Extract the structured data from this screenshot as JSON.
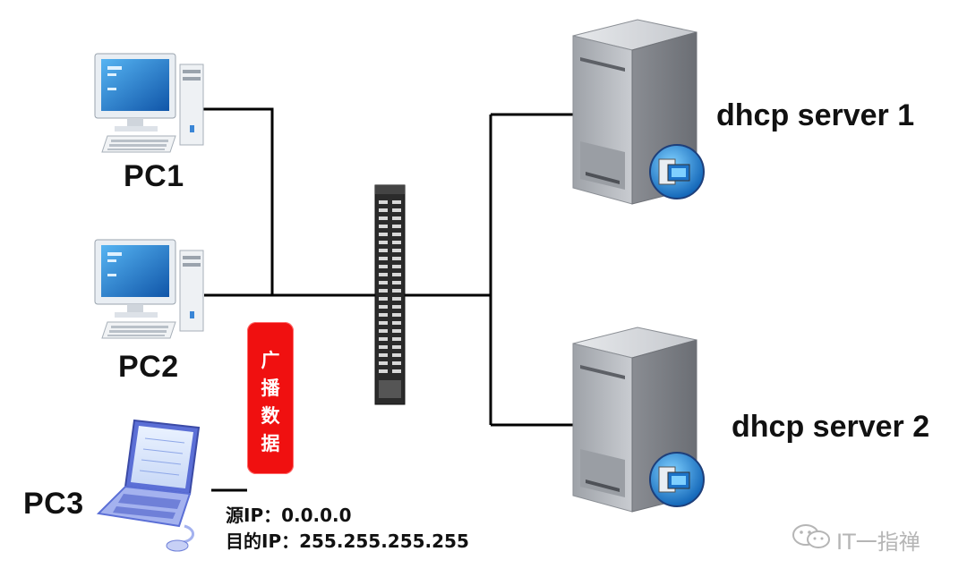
{
  "pc_labels": {
    "pc1": "PC1",
    "pc2": "PC2",
    "pc3": "PC3"
  },
  "server_labels": {
    "server1": "dhcp server 1",
    "server2": "dhcp server 2"
  },
  "broadcast": {
    "label_chars": [
      "广",
      "播",
      "数",
      "据"
    ]
  },
  "packet": {
    "source_ip": "源IP：0.0.0.0",
    "dest_ip": "目的IP：255.255.255.255"
  },
  "watermark": {
    "text": "IT一指禅",
    "icon": "wechat-icon"
  },
  "colors": {
    "line": "#000000",
    "broadcast_bg": "#f01010",
    "broadcast_text": "#ffffff",
    "monitor_screen": "#1c73c8",
    "server_body": "#b9bcc2",
    "switch_body": "#2b2b2b"
  }
}
